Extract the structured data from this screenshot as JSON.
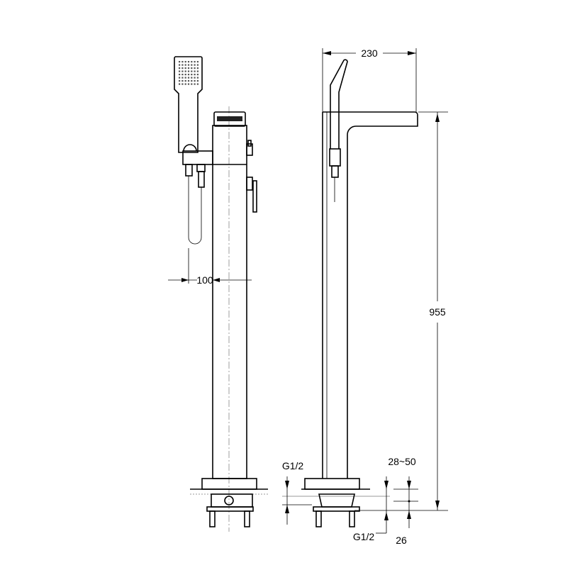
{
  "dimensions": {
    "handshower_offset": "100",
    "spout_reach": "230",
    "total_height": "955",
    "inlet_left": "G1/2",
    "inlet_right": "G1/2",
    "floor_thickness": "28~50",
    "base_depth": "26"
  },
  "colors": {
    "line": "#000000",
    "centerline": "#888888"
  }
}
